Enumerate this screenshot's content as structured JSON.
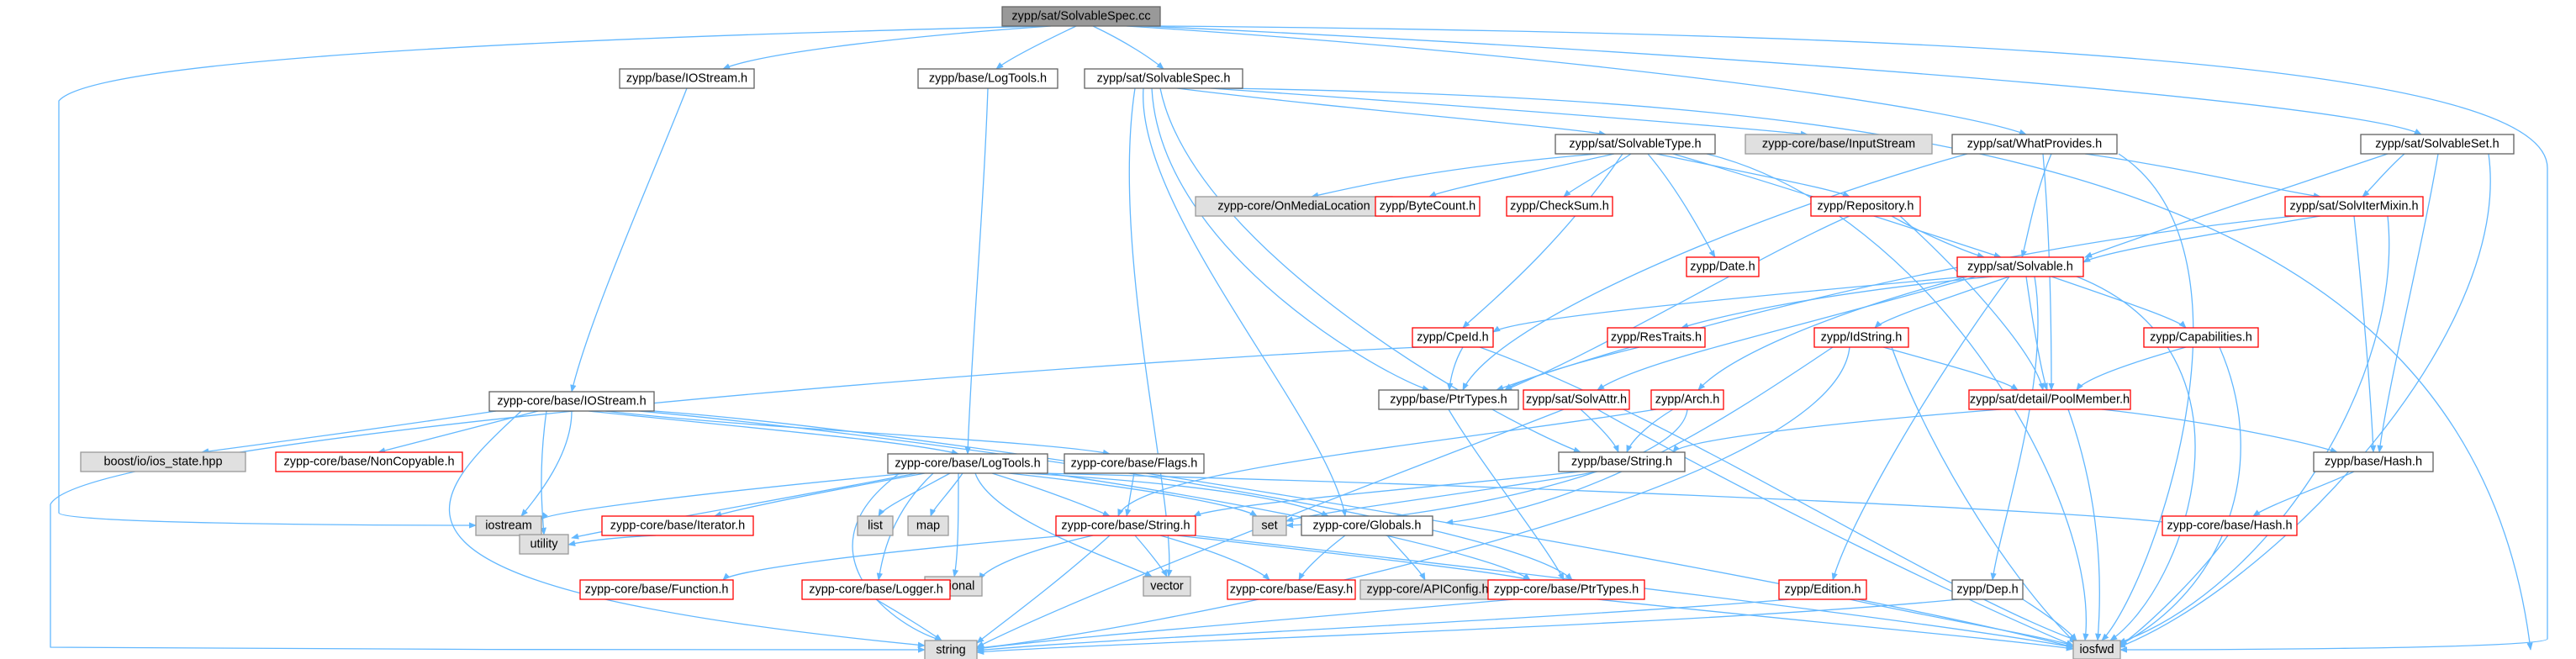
{
  "colors": {
    "edge": "#63b8ff",
    "root_fill": "#999999",
    "external_fill": "#e0e0e0",
    "incomplete_border": "#ff0000",
    "node_border": "#606060"
  },
  "nodes": {
    "root": "zypp/sat/SolvableSpec.cc",
    "base_iostream_h": "zypp/base/IOStream.h",
    "base_logtools_h": "zypp/base/LogTools.h",
    "sat_solvablespec_h": "zypp/sat/SolvableSpec.h",
    "sat_whatprovides_h": "zypp/sat/WhatProvides.h",
    "sat_solvableset_h": "zypp/sat/SolvableSet.h",
    "sat_solvabletype_h": "zypp/sat/SolvableType.h",
    "core_inputstream": "zypp-core/base/InputStream",
    "core_onmedialocation": "zypp-core/OnMediaLocation",
    "bytecount_h": "zypp/ByteCount.h",
    "checksum_h": "zypp/CheckSum.h",
    "repository_h": "zypp/Repository.h",
    "solvitermixin_h": "zypp/sat/SolvIterMixin.h",
    "date_h": "zypp/Date.h",
    "sat_solvable_h": "zypp/sat/Solvable.h",
    "cpeid_h": "zypp/CpeId.h",
    "restraits_h": "zypp/ResTraits.h",
    "idstring_h": "zypp/IdString.h",
    "capabilities_h": "zypp/Capabilities.h",
    "base_ptrtypes_h": "zypp/base/PtrTypes.h",
    "solvattr_h": "zypp/sat/SolvAttr.h",
    "arch_h": "zypp/Arch.h",
    "poolmember_h": "zypp/sat/detail/PoolMember.h",
    "core_iostream_h": "zypp-core/base/IOStream.h",
    "boost_ios_state": "boost/io/ios_state.hpp",
    "noncopyable_h": "zypp-core/base/NonCopyable.h",
    "base_string_h": "zypp/base/String.h",
    "base_hash_h": "zypp/base/Hash.h",
    "core_logtools_h": "zypp-core/base/LogTools.h",
    "flags_h": "zypp-core/base/Flags.h",
    "std_iostream": "iostream",
    "iterator_h": "zypp-core/base/Iterator.h",
    "std_list": "list",
    "std_map": "map",
    "core_string_h": "zypp-core/base/String.h",
    "std_set": "set",
    "core_globals_h": "zypp-core/Globals.h",
    "core_hash_h": "zypp-core/base/Hash.h",
    "std_utility": "utility",
    "std_optional": "optional",
    "std_vector": "vector",
    "core_function_h": "zypp-core/base/Function.h",
    "logger_h": "zypp-core/base/Logger.h",
    "easy_h": "zypp-core/base/Easy.h",
    "apiconfig_h": "zypp-core/APIConfig.h",
    "core_ptrtypes_h": "zypp-core/base/PtrTypes.h",
    "edition_h": "zypp/Edition.h",
    "dep_h": "zypp/Dep.h",
    "std_string": "string",
    "std_iosfwd": "iosfwd"
  }
}
